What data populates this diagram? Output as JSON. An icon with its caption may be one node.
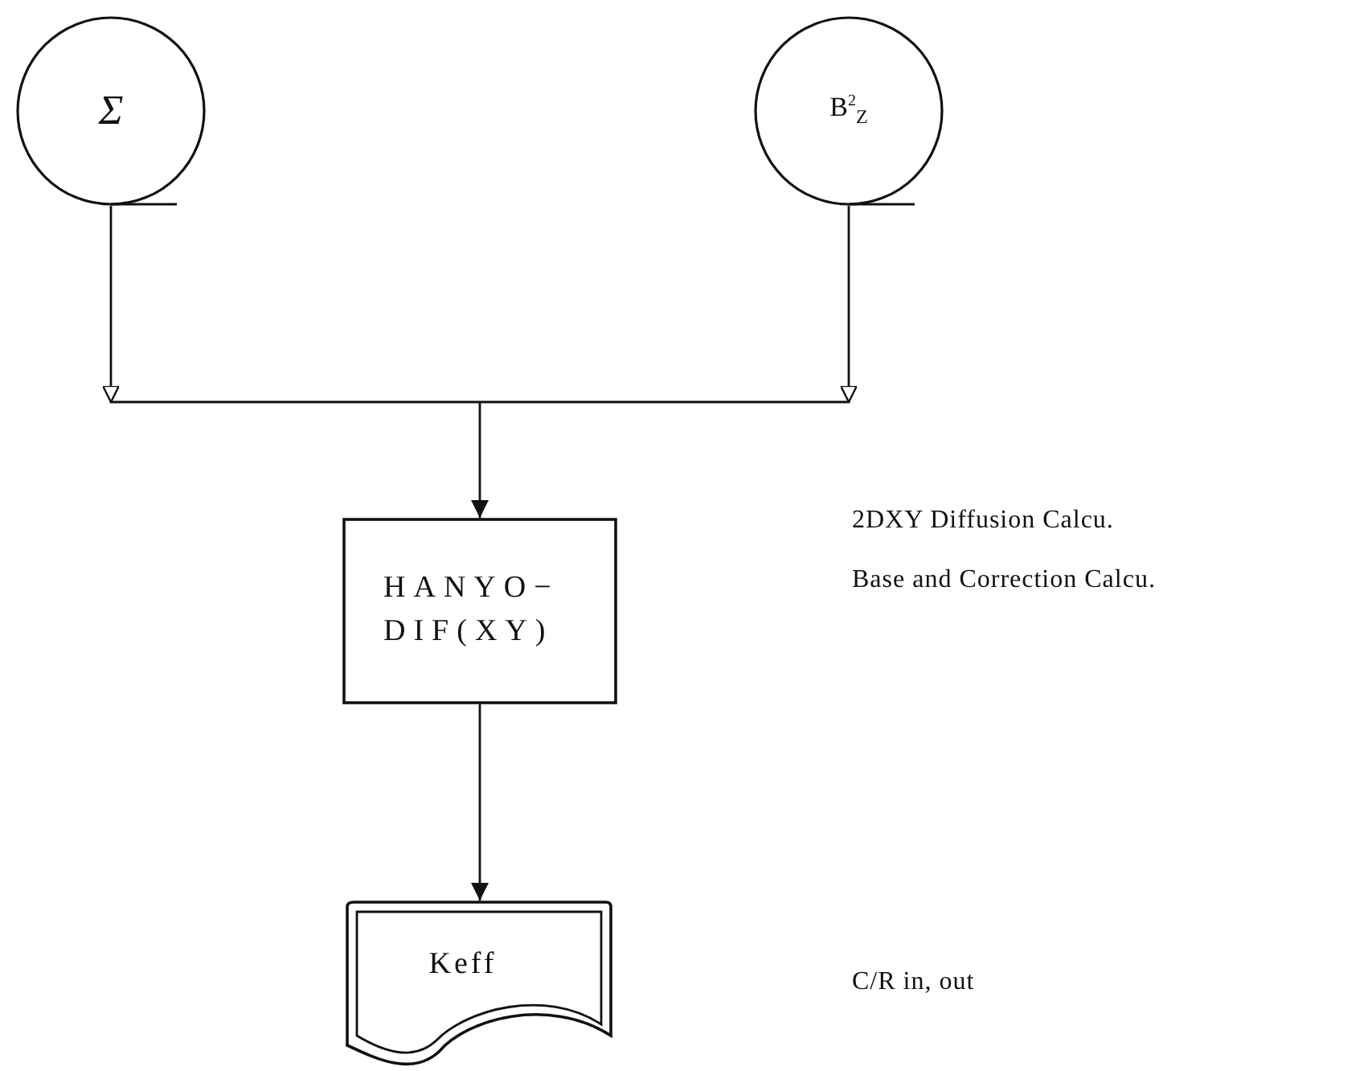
{
  "diagram": {
    "nodes": [
      {
        "text": [
          "Σ"
        ]
      },
      {
        "text": [
          "B$^{2}$$_{Z}$"
        ]
      },
      {
        "text": [
          "HANYO− DIF(XY)"
        ]
      },
      {
        "text": [
          "Keff"
        ]
      }
    ],
    "edges": [
      {
        "from": 0,
        "to": 2,
        "arrow": "to"
      },
      {
        "from": 1,
        "to": 2,
        "arrow": "to"
      },
      {
        "from": 2,
        "to": 3,
        "arrow": "to"
      }
    ],
    "labels": [
      "2DXY Diffusion Calcu.",
      "Base and Correction Calcu.",
      "C/R in, out"
    ]
  }
}
